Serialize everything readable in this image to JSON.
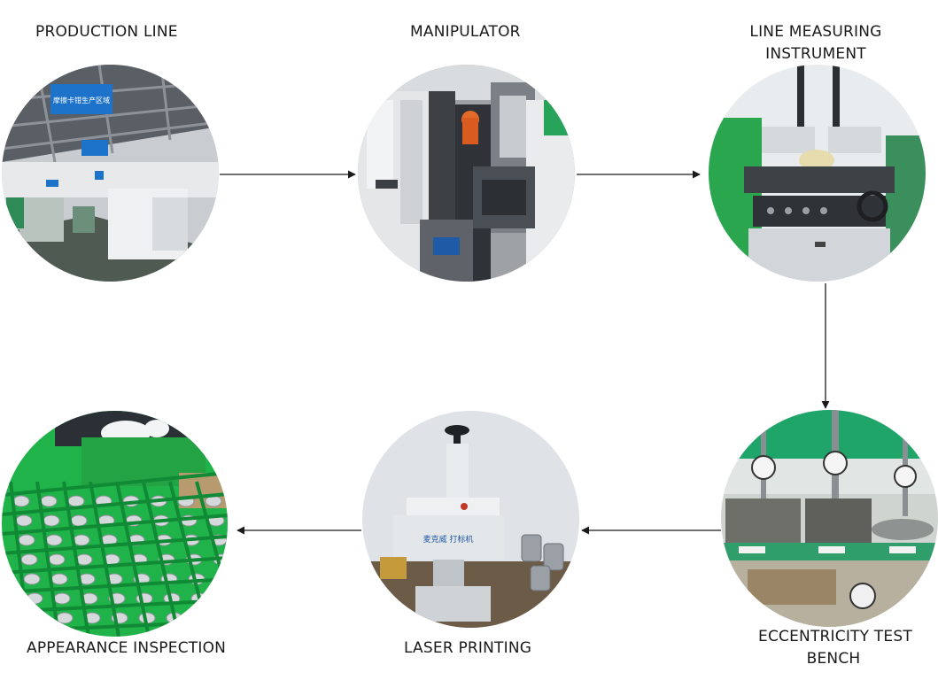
{
  "steps": [
    {
      "label": "PRODUCTION LINE",
      "sign_text": "摩擦卡钳生产区域",
      "icon": "factory-floor-photo"
    },
    {
      "label": "MANIPULATOR",
      "icon": "robot-arm-photo"
    },
    {
      "label_lines": [
        "LINE MEASURING",
        "INSTRUMENT"
      ],
      "icon": "measuring-machine-photo"
    },
    {
      "label_lines": [
        "ECCENTRICITY TEST",
        "BENCH"
      ],
      "icon": "dial-gauge-bench-photo"
    },
    {
      "label": "LASER PRINTING",
      "machine_text": "麦克威 打标机",
      "icon": "marking-machine-photo"
    },
    {
      "label": "APPEARANCE INSPECTION",
      "icon": "green-crate-inspection-photo"
    }
  ],
  "colors": {
    "arrow": "#1a1a1a",
    "text": "#1a1a1a",
    "crate_green": "#1fb34a",
    "floor_green": "#2aa64f"
  }
}
